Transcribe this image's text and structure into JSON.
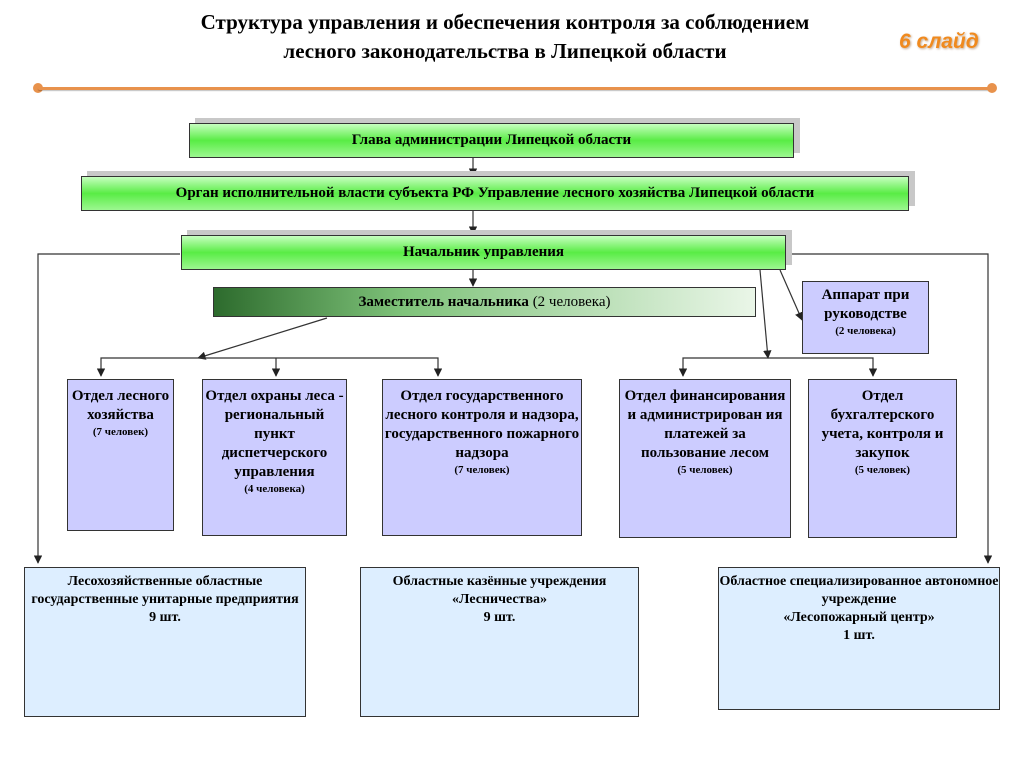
{
  "header": {
    "title_line1": "Структура управления и обеспечения контроля за соблюдением",
    "title_line2": "лесного законодательства в Липецкой области",
    "slide_label": "6 слайд"
  },
  "nodes": {
    "head": "Глава администрации Липецкой области",
    "authority": "Орган исполнительной  власти субъекта РФ Управление лесного хозяйства Липецкой области",
    "chief": "Начальник управления",
    "deputy_title": "Заместитель начальника",
    "deputy_count": "(2 человека)",
    "apparatus_title": "Аппарат при руководстве",
    "apparatus_count": "(2 человека)",
    "dept_forestry_title": "Отдел лесного хозяйства",
    "dept_forestry_count": "(7 человек)",
    "dept_protection_title": "Отдел охраны леса - региональный пункт диспетчерского управления",
    "dept_protection_count": "(4 человека)",
    "dept_control_title": "Отдел государственного лесного контроля и надзора, государственного пожарного надзора",
    "dept_control_count": "(7 человек)",
    "dept_finance_title": "Отдел финансирования и администрирован ия платежей за пользование лесом",
    "dept_finance_count": "(5 человек)",
    "dept_accounting_title": "Отдел бухгалтерского учета, контроля и закупок",
    "dept_accounting_count": "(5 человек)",
    "enterprises_text": "Лесохозяйственные областные государственные унитарные предприятия",
    "enterprises_count": "9 шт.",
    "forestries_text1": "Областные казённые учреждения",
    "forestries_text2": "«Лесничества»",
    "forestries_count": "9 шт.",
    "firecenter_text1": "Областное специализированное автономное учреждение",
    "firecenter_text2": "«Лесопожарный центр»",
    "firecenter_count": "1 шт."
  },
  "colors": {
    "accent_orange": "#e8924c",
    "slide_label": "#f08a1e",
    "box_green": "#59ec45",
    "box_purple": "#ccccff",
    "box_blue": "#ddeeff"
  }
}
